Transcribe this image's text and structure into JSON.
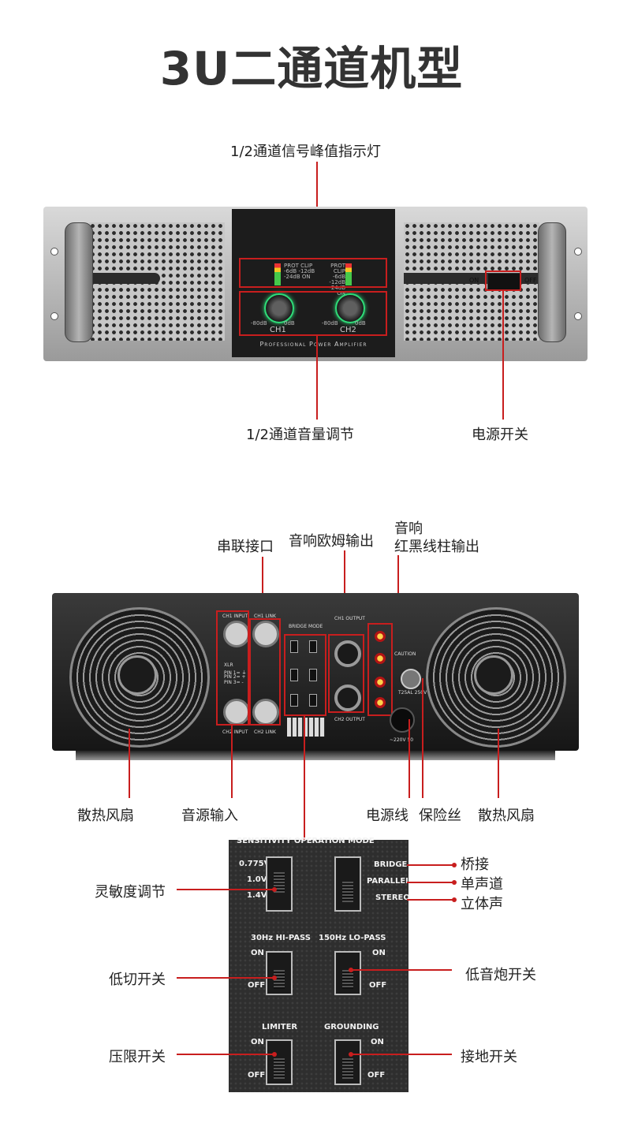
{
  "title": "3U二通道机型",
  "front": {
    "callouts": {
      "peak": "1/2通道信号峰值指示灯",
      "volume": "1/2通道音量调节",
      "power": "电源开关"
    },
    "panel": {
      "on": "ON",
      "off": "OFF",
      "ch1": "CH1",
      "ch2": "CH2",
      "brand_text": "Professional Power Amplifier",
      "led_text": "PROT CLIP -6dB -12dB -24dB ON",
      "knob_scale_min": "-80dB",
      "knob_scale_max": "0dB"
    }
  },
  "rear": {
    "callouts": {
      "link": "串联接口",
      "speakon": "音响欧姆输出",
      "binding_line1": "音响",
      "binding_line2": "红黑线柱输出",
      "fan_left": "散热风扇",
      "input": "音源输入",
      "power_cord": "电源线",
      "fuse": "保险丝",
      "fan_right": "散热风扇"
    },
    "panel": {
      "ch1_input": "CH1 INPUT",
      "ch1_link": "CH1 LINK",
      "ch2_input": "CH2 INPUT",
      "ch2_link": "CH2 LINK",
      "bridge_mode": "BRIDGE MODE",
      "ch1_output": "CH1 OUTPUT",
      "ch2_output": "CH2 OUTPUT",
      "xlr": "XLR",
      "pin1": "PIN 1= ⏚",
      "pin2": "PIN 2= +",
      "pin3": "PIN 3= -",
      "voltage": "~220V 50",
      "fuse_rating": "T25AL 250V",
      "caution": "CAUTION"
    }
  },
  "zoom": {
    "header": "SENSITIVITY  OPERATION MODE",
    "sens_values": [
      "0.775V",
      "1.0V",
      "1.4V"
    ],
    "modes": [
      "BRIDGE",
      "PARALLEL",
      "STEREO"
    ],
    "hipass": "30Hz HI-PASS",
    "lopass": "150Hz LO-PASS",
    "limiter": "LIMITER",
    "grounding": "GROUNDING",
    "on": "ON",
    "off": "OFF",
    "callouts": {
      "sensitivity": "灵敏度调节",
      "bridge": "桥接",
      "mono": "单声道",
      "stereo": "立体声",
      "lowcut": "低切开关",
      "subwoofer": "低音炮开关",
      "limiter": "压限开关",
      "ground": "接地开关"
    }
  },
  "colors": {
    "accent": "#c81e1e",
    "knob_ring": "#2fdc78"
  }
}
